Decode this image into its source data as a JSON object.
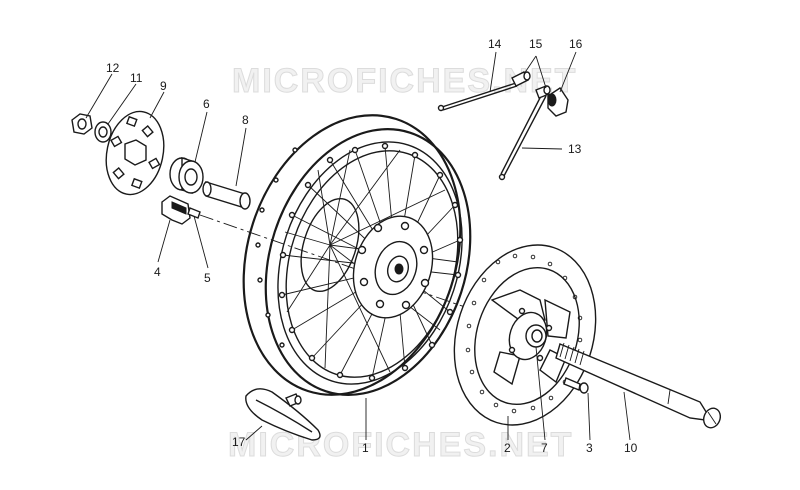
{
  "watermark": {
    "text": "MICROFICHES.NET"
  },
  "callouts": {
    "c1": "1",
    "c2": "2",
    "c3": "3",
    "c4": "4",
    "c5": "5",
    "c6": "6",
    "c7": "7",
    "c8": "8",
    "c9": "9",
    "c10": "10",
    "c11": "11",
    "c12": "12",
    "c13": "13",
    "c14": "14",
    "c15": "15",
    "c16": "16",
    "c17": "17"
  }
}
